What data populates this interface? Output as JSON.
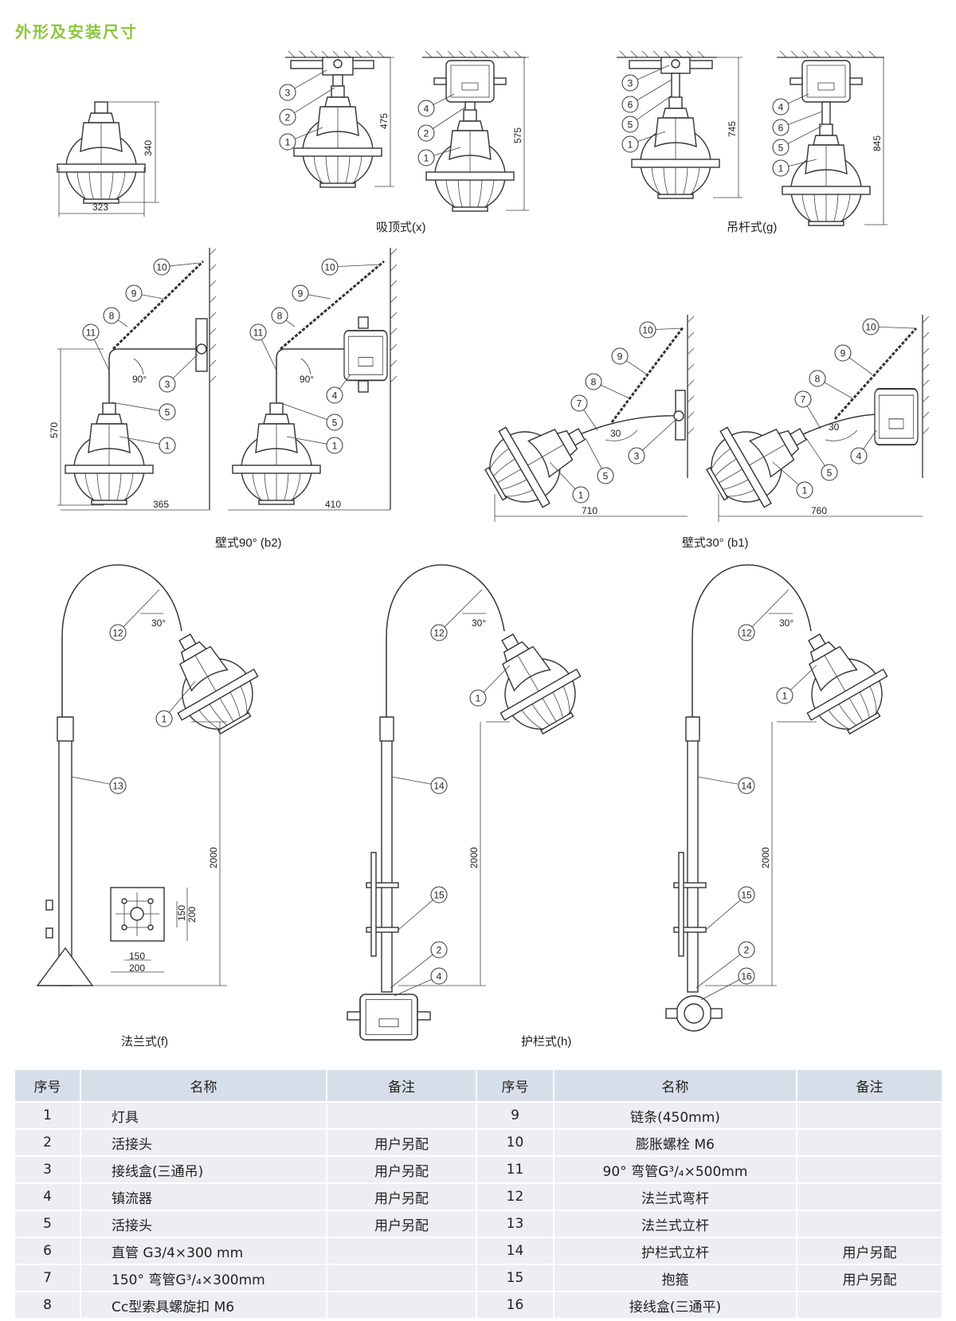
{
  "title": "外形及安装尺寸",
  "figures": {
    "basic": {
      "height": "340",
      "width": "323"
    },
    "ceiling": {
      "caption": "吸顶式(x)",
      "a": {
        "height": "475",
        "callouts": [
          "3",
          "2",
          "1"
        ]
      },
      "b": {
        "height": "575",
        "callouts": [
          "4",
          "2",
          "1"
        ]
      }
    },
    "pendant": {
      "caption": "吊杆式(g)",
      "a": {
        "height": "745",
        "callouts": [
          "3",
          "6",
          "5",
          "1"
        ]
      },
      "b": {
        "height": "845",
        "callouts": [
          "4",
          "6",
          "5",
          "1"
        ]
      }
    },
    "wall90": {
      "caption": "壁式90°  (b2)",
      "angle": "90°",
      "height": "570",
      "a": {
        "width": "365",
        "callouts": [
          "10",
          "9",
          "8",
          "11",
          "3",
          "5",
          "1"
        ]
      },
      "b": {
        "width": "410",
        "callouts": [
          "10",
          "9",
          "8",
          "11",
          "4",
          "5",
          "1"
        ]
      }
    },
    "wall30": {
      "caption": "壁式30°  (b1)",
      "angle": "30",
      "a": {
        "width": "710",
        "callouts": [
          "10",
          "9",
          "8",
          "7",
          "5",
          "3",
          "1"
        ]
      },
      "b": {
        "width": "760",
        "callouts": [
          "10",
          "9",
          "8",
          "7",
          "5",
          "4",
          "1"
        ]
      }
    },
    "flange": {
      "caption": "法兰式(f)",
      "angle": "30°",
      "height": "2000",
      "callouts": [
        "12",
        "1",
        "13"
      ],
      "base_plate": {
        "inner": "150",
        "outer": "200"
      }
    },
    "guardrail": {
      "caption": "护栏式(h)",
      "angle": "30°",
      "height": "2000",
      "a": {
        "callouts": [
          "12",
          "1",
          "14",
          "15",
          "2",
          "4"
        ]
      },
      "b": {
        "callouts": [
          "12",
          "1",
          "14",
          "15",
          "2",
          "16"
        ]
      }
    }
  },
  "table": {
    "headers": [
      "序号",
      "名称",
      "备注",
      "序号",
      "名称",
      "备注"
    ],
    "rows": [
      [
        "1",
        "灯具",
        "",
        "9",
        "链条(450mm)",
        ""
      ],
      [
        "2",
        "活接头",
        "用户另配",
        "10",
        "膨胀螺栓 M6",
        ""
      ],
      [
        "3",
        "接线盒(三通吊)",
        "用户另配",
        "11",
        "90°  弯管G³/₄×500mm",
        ""
      ],
      [
        "4",
        "镇流器",
        "用户另配",
        "12",
        "法兰式弯杆",
        ""
      ],
      [
        "5",
        "活接头",
        "用户另配",
        "13",
        "法兰式立杆",
        ""
      ],
      [
        "6",
        "直管 G3/4×300 mm",
        "",
        "14",
        "护栏式立杆",
        "用户另配"
      ],
      [
        "7",
        "150°  弯管G³/₄×300mm",
        "",
        "15",
        "抱箍",
        "用户另配"
      ],
      [
        "8",
        "Cc型索具螺旋扣 M6",
        "",
        "16",
        "接线盒(三通平)",
        ""
      ]
    ]
  }
}
